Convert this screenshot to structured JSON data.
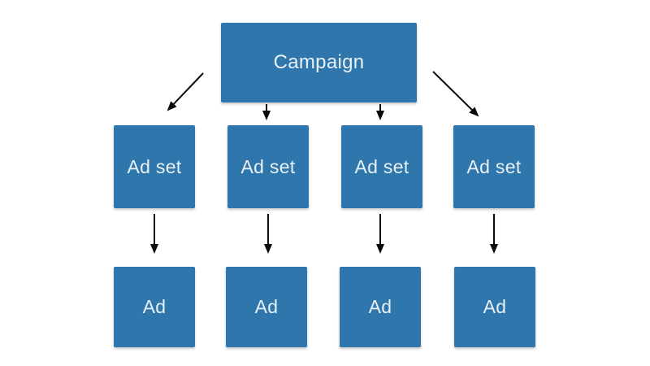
{
  "title": "Campaign structure hierarchy diagram",
  "theme": {
    "box_fill": "#2e76ab",
    "box_text": "#e9f1f7",
    "arrow_color": "#0a0a0a",
    "background": "#ffffff"
  },
  "diagram": {
    "root": {
      "label": "Campaign"
    },
    "ad_sets": [
      {
        "label": "Ad set"
      },
      {
        "label": "Ad set"
      },
      {
        "label": "Ad set"
      },
      {
        "label": "Ad set"
      }
    ],
    "ads": [
      {
        "label": "Ad"
      },
      {
        "label": "Ad"
      },
      {
        "label": "Ad"
      },
      {
        "label": "Ad"
      }
    ]
  }
}
